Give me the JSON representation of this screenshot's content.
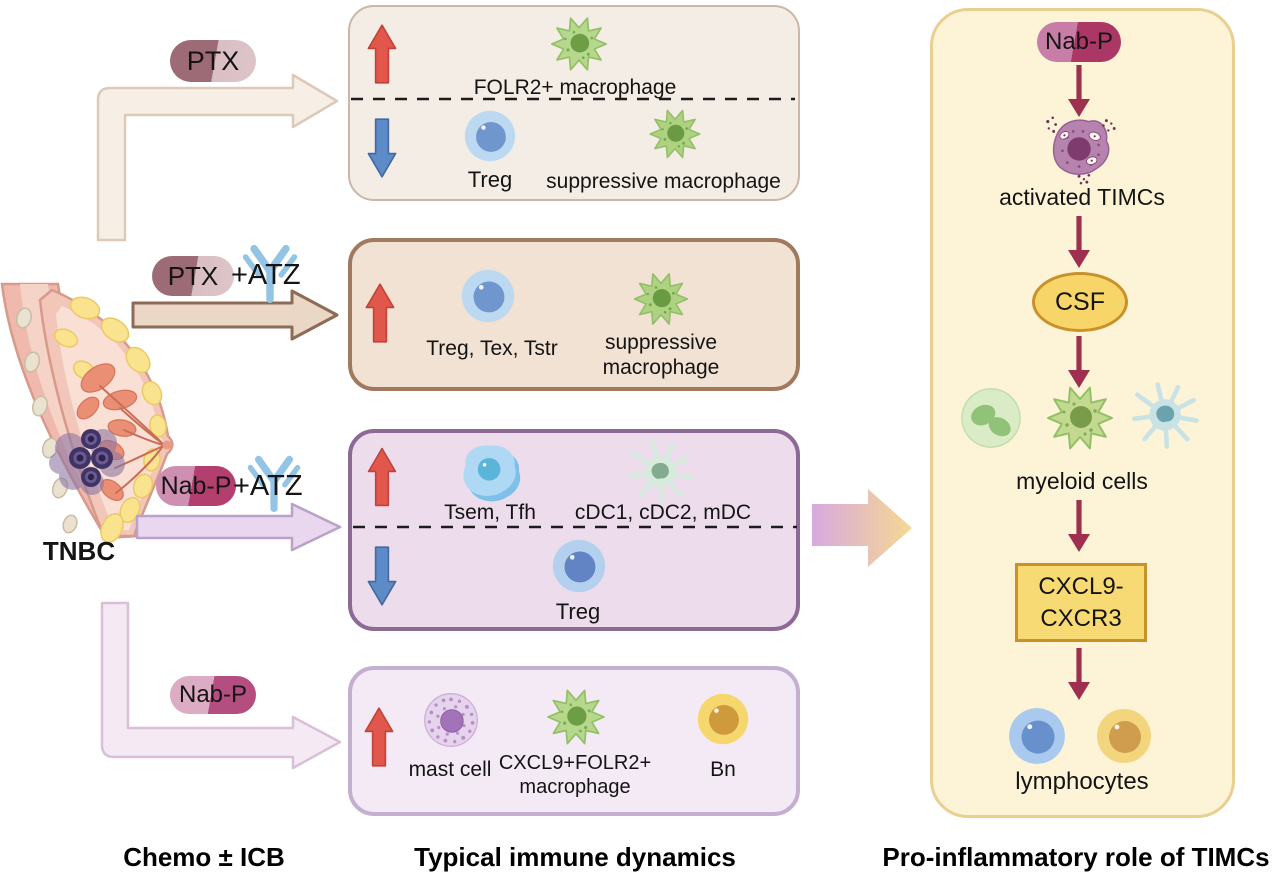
{
  "captions": {
    "chemo": "Chemo ± ICB",
    "dynamics": "Typical immune dynamics",
    "timcs": "Pro-inflammatory role of TIMCs"
  },
  "source": {
    "label": "TNBC"
  },
  "rows": {
    "ptx": {
      "pill": "PTX"
    },
    "ptx_atz": {
      "pill": "PTX",
      "icb": "+ATZ"
    },
    "nabp_atz": {
      "pill": "Nab-P",
      "icb": "+ATZ"
    },
    "nabp": {
      "pill": "Nab-P"
    }
  },
  "box1": {
    "up_macrophage": "FOLR2+ macrophage",
    "down_treg": "Treg",
    "down_macrophage": "suppressive macrophage"
  },
  "box2": {
    "up_tcells": "Treg, Tex, Tstr",
    "up_macrophage": "suppressive macrophage"
  },
  "box3": {
    "up_tcells": "Tsem, Tfh",
    "up_dcs": "cDC1, cDC2, mDC",
    "down_treg": "Treg"
  },
  "box4": {
    "up_mast": "mast cell",
    "up_macrophage": "CXCL9+FOLR2+ macrophage",
    "up_bn": "Bn"
  },
  "panel": {
    "pill": "Nab-P",
    "timcs": "activated TIMCs",
    "csf": "CSF",
    "myeloid": "myeloid cells",
    "cxcl9_line1": "CXCL9-",
    "cxcl9_line2": "CXCR3",
    "lymphocytes": "lymphocytes"
  },
  "colors": {
    "up_arrow_red": "#E2574C",
    "down_arrow_blue": "#5C8BC7",
    "flow_arrow_maroon": "#9E2F4F",
    "box1_fill": "#F4EDE5",
    "box1_border": "#CBB7A6",
    "box2_fill": "#F1E2D3",
    "box2_border": "#A1795F",
    "box3_fill": "#ECDCEC",
    "box3_border": "#8D6A95",
    "box4_fill": "#F4EAF5",
    "box4_border": "#C4AFD1",
    "panel_fill": "#FDF4D8",
    "panel_border": "#E9CF90",
    "csf_fill": "#F8D568",
    "csf_border": "#C8912A",
    "pill_ptx_left": "#9C6B76",
    "pill_ptx_right": "#DCC2C7",
    "pill_nabp_left": "#CC86AB",
    "pill_nabp_right": "#AE3A68",
    "antibody_blue": "#93C4E6",
    "macrophage_green": "#B6D88D",
    "treg_blue": "#6F97CD",
    "gradient_arrow_left": "#D7A9E0",
    "gradient_arrow_right": "#F6D892"
  }
}
